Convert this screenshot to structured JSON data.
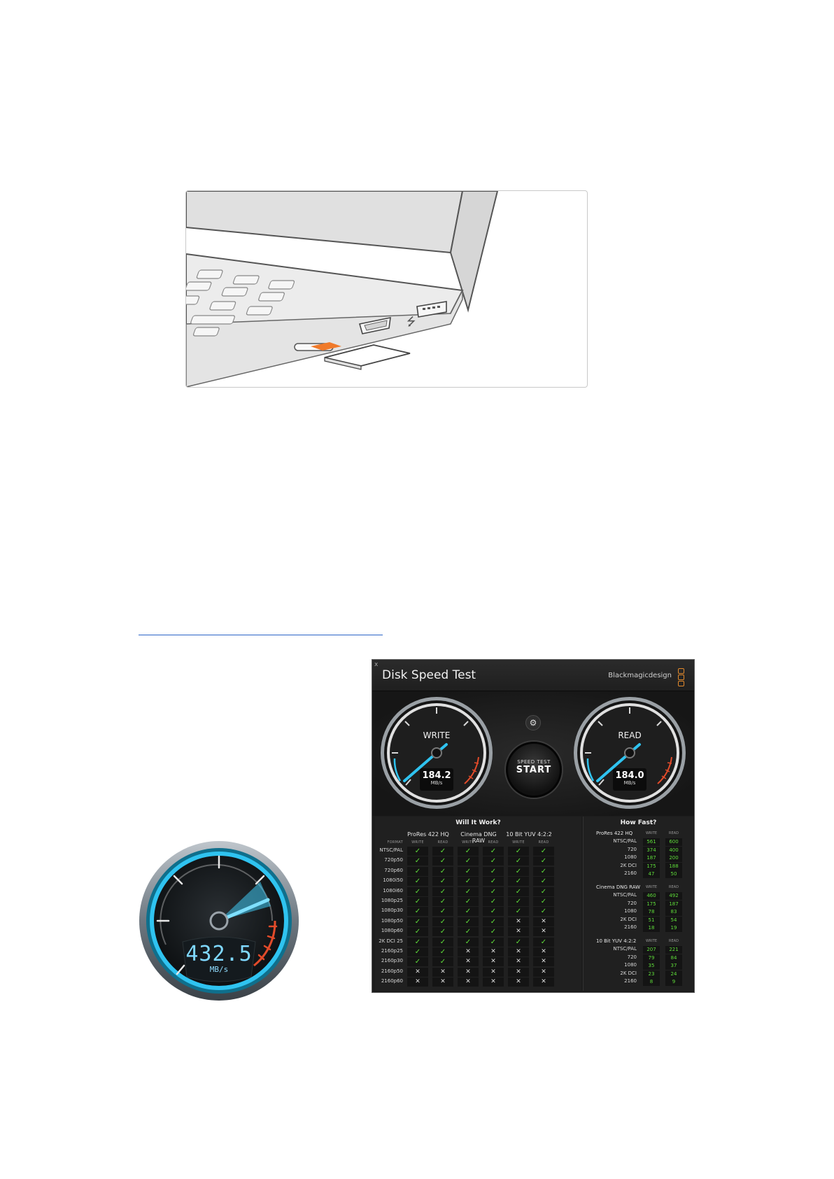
{
  "big_gauge": {
    "value": "432.5",
    "unit": "MB/s"
  },
  "disk_speed_test": {
    "title": "Disk Speed Test",
    "brand": "Blackmagicdesign",
    "close_symbol": "x",
    "settings_icon": "gear-icon",
    "write_gauge": {
      "label": "WRITE",
      "value": "184.2",
      "unit": "MB/s"
    },
    "read_gauge": {
      "label": "READ",
      "value": "184.0",
      "unit": "MB/s"
    },
    "start_button": {
      "line1": "SPEED TEST",
      "line2": "START"
    },
    "will_it_work": {
      "title": "Will It Work?",
      "format_header": "FORMAT",
      "groups": [
        "ProRes 422 HQ",
        "Cinema DNG RAW",
        "10 Bit YUV 4:2:2"
      ],
      "sub_headers": [
        "WRITE",
        "READ"
      ],
      "rows": [
        {
          "format": "NTSC/PAL",
          "marks": [
            "ok",
            "ok",
            "ok",
            "ok",
            "ok",
            "ok"
          ]
        },
        {
          "format": "720p50",
          "marks": [
            "ok",
            "ok",
            "ok",
            "ok",
            "ok",
            "ok"
          ]
        },
        {
          "format": "720p60",
          "marks": [
            "ok",
            "ok",
            "ok",
            "ok",
            "ok",
            "ok"
          ]
        },
        {
          "format": "1080i50",
          "marks": [
            "ok",
            "ok",
            "ok",
            "ok",
            "ok",
            "ok"
          ]
        },
        {
          "format": "1080i60",
          "marks": [
            "ok",
            "ok",
            "ok",
            "ok",
            "ok",
            "ok"
          ]
        },
        {
          "format": "1080p25",
          "marks": [
            "ok",
            "ok",
            "ok",
            "ok",
            "ok",
            "ok"
          ]
        },
        {
          "format": "1080p30",
          "marks": [
            "ok",
            "ok",
            "ok",
            "ok",
            "ok",
            "ok"
          ]
        },
        {
          "format": "1080p50",
          "marks": [
            "ok",
            "ok",
            "ok",
            "ok",
            "no",
            "no"
          ]
        },
        {
          "format": "1080p60",
          "marks": [
            "ok",
            "ok",
            "ok",
            "ok",
            "no",
            "no"
          ]
        },
        {
          "format": "2K DCI 25",
          "marks": [
            "ok",
            "ok",
            "ok",
            "ok",
            "ok",
            "ok"
          ]
        },
        {
          "format": "2160p25",
          "marks": [
            "ok",
            "ok",
            "no",
            "no",
            "no",
            "no"
          ]
        },
        {
          "format": "2160p30",
          "marks": [
            "ok",
            "ok",
            "no",
            "no",
            "no",
            "no"
          ]
        },
        {
          "format": "2160p50",
          "marks": [
            "no",
            "no",
            "no",
            "no",
            "no",
            "no"
          ]
        },
        {
          "format": "2160p60",
          "marks": [
            "no",
            "no",
            "no",
            "no",
            "no",
            "no"
          ]
        }
      ],
      "ok_symbol": "✓",
      "no_symbol": "✕"
    },
    "how_fast": {
      "title": "How Fast?",
      "sub_headers": [
        "WRITE",
        "READ"
      ],
      "groups": [
        {
          "name": "ProRes 422 HQ",
          "rows": [
            {
              "format": "NTSC/PAL",
              "write": "561",
              "read": "600"
            },
            {
              "format": "720",
              "write": "374",
              "read": "400"
            },
            {
              "format": "1080",
              "write": "187",
              "read": "200"
            },
            {
              "format": "2K DCI",
              "write": "175",
              "read": "188"
            },
            {
              "format": "2160",
              "write": "47",
              "read": "50"
            }
          ]
        },
        {
          "name": "Cinema DNG RAW",
          "rows": [
            {
              "format": "NTSC/PAL",
              "write": "460",
              "read": "492"
            },
            {
              "format": "720",
              "write": "175",
              "read": "187"
            },
            {
              "format": "1080",
              "write": "78",
              "read": "83"
            },
            {
              "format": "2K DCI",
              "write": "51",
              "read": "54"
            },
            {
              "format": "2160",
              "write": "18",
              "read": "19"
            }
          ]
        },
        {
          "name": "10 Bit YUV 4:2:2",
          "rows": [
            {
              "format": "NTSC/PAL",
              "write": "207",
              "read": "221"
            },
            {
              "format": "720",
              "write": "79",
              "read": "84"
            },
            {
              "format": "1080",
              "write": "35",
              "read": "37"
            },
            {
              "format": "2K DCI",
              "write": "23",
              "read": "24"
            },
            {
              "format": "2160",
              "write": "8",
              "read": "9"
            }
          ]
        }
      ]
    }
  },
  "colors": {
    "accent_blue": "#2fc3f0",
    "danger_red": "#e24b2a",
    "ok_green": "#5fdd3a",
    "sd_orange": "#f07a2a"
  }
}
